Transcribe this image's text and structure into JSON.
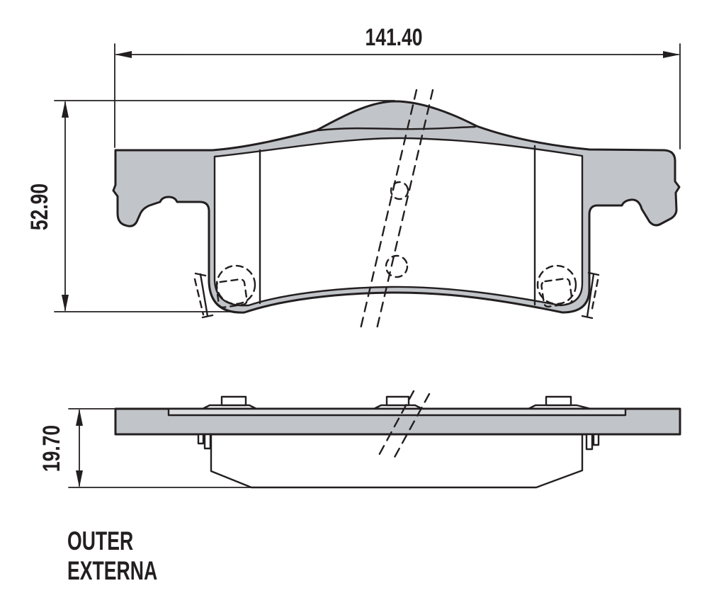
{
  "dimensions": {
    "width": "141.40",
    "height": "52.90",
    "thickness": "19.70"
  },
  "labels": {
    "outer": "OUTER",
    "externa": "EXTERNA"
  },
  "colors": {
    "line": "#231f20",
    "plate_fill": "#c1c4c8",
    "shim_fill": "#dcdee0",
    "background": "#ffffff"
  }
}
